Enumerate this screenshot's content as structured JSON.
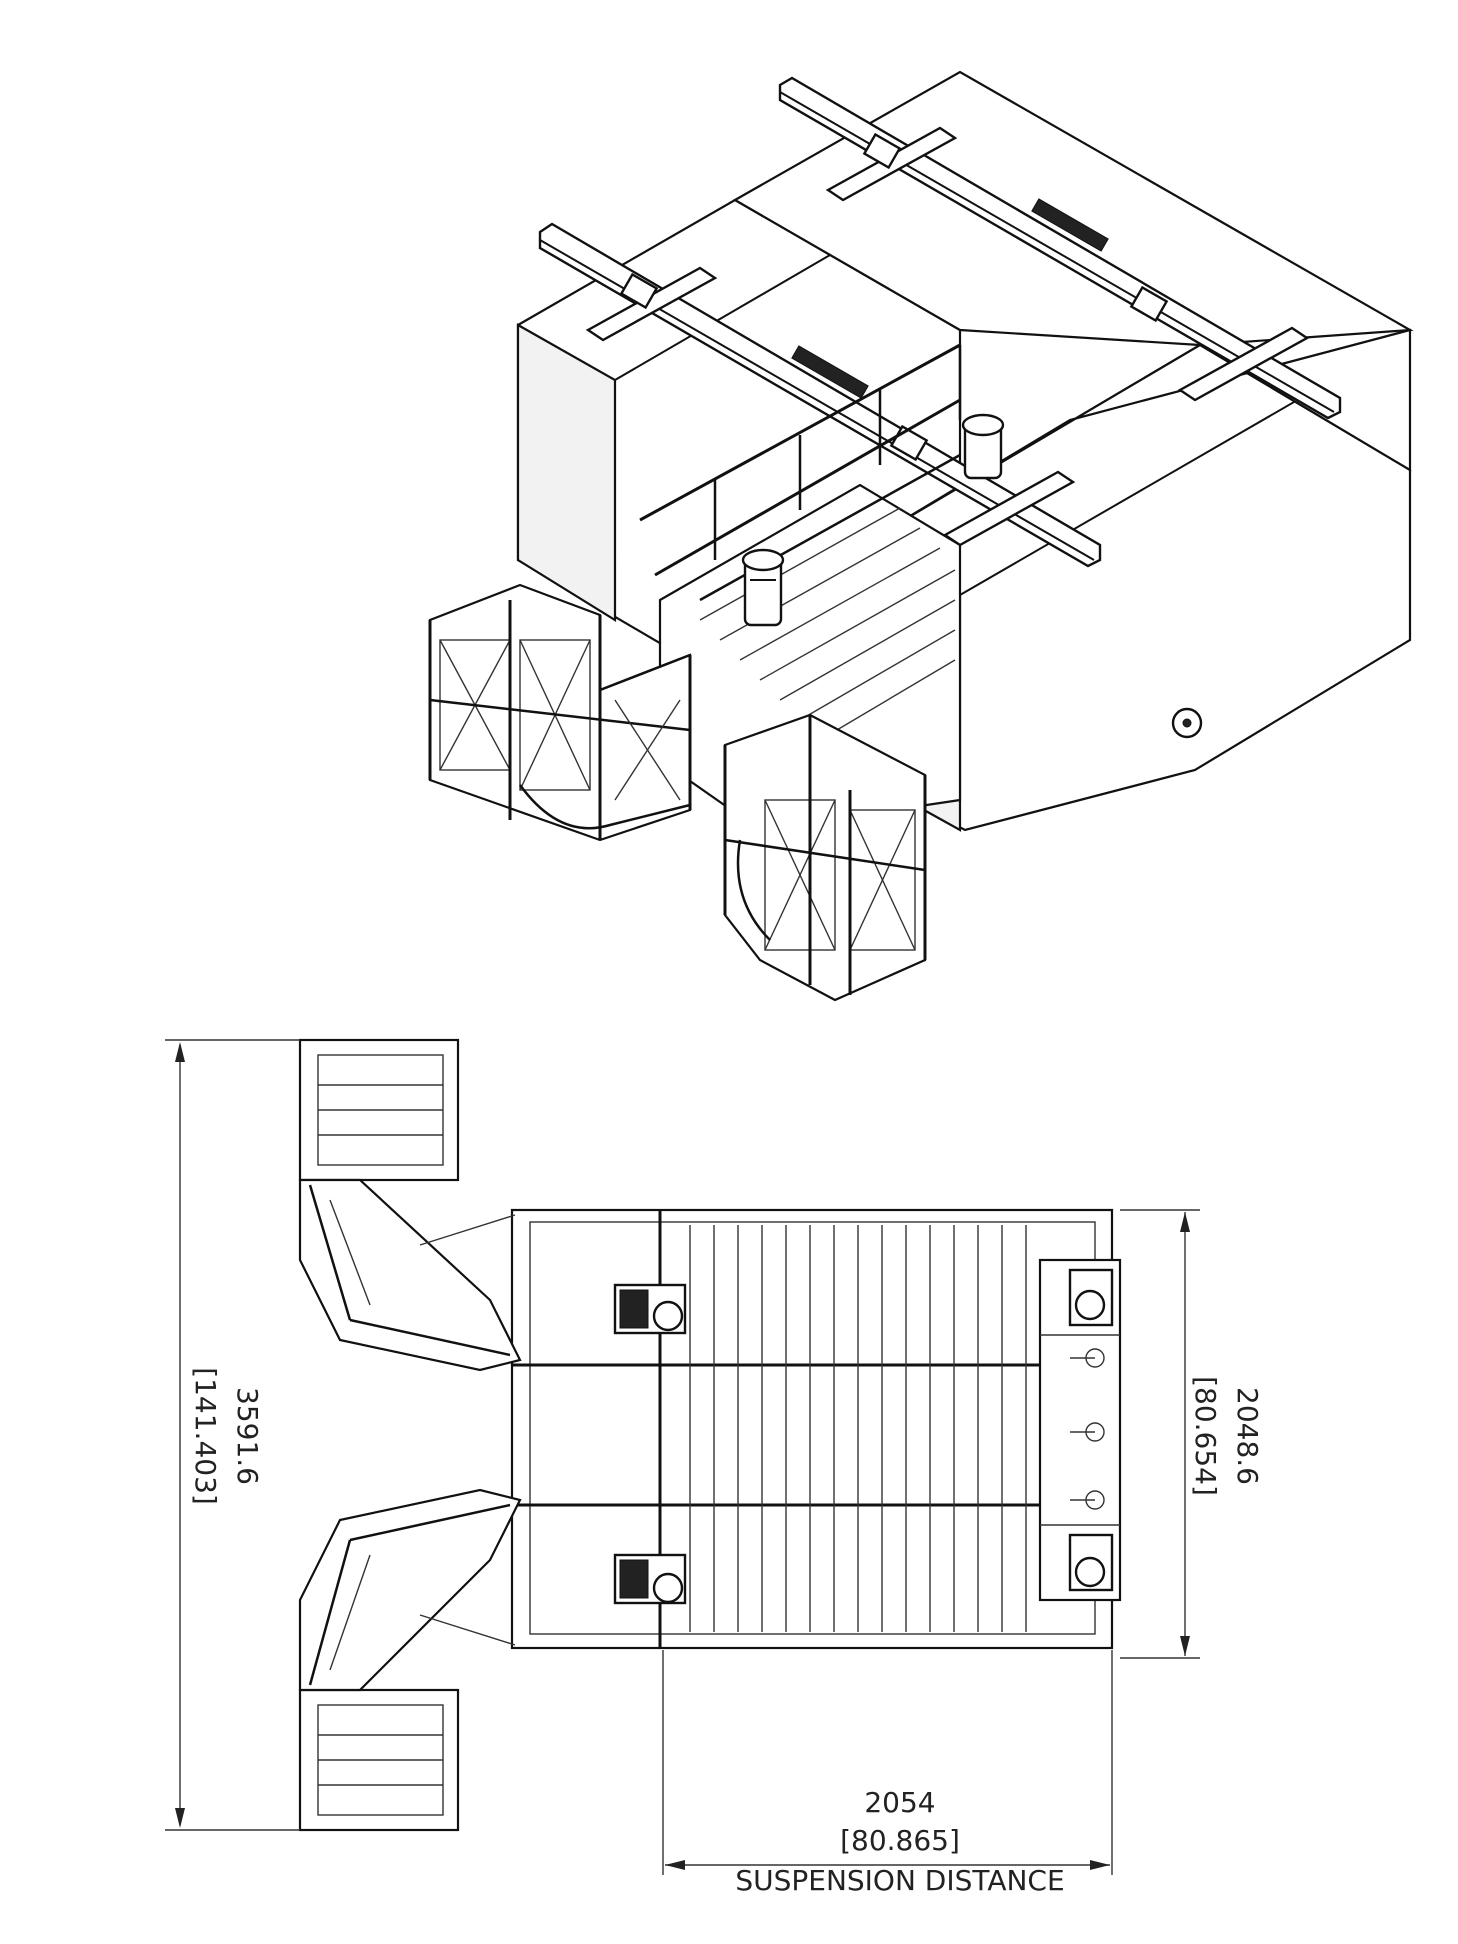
{
  "dimensions": {
    "overall_length_mm": "3591.6",
    "overall_length_in": "[141.403]",
    "platform_width_mm": "2048.6",
    "platform_width_in": "[80.654]",
    "suspension_distance_mm": "2054",
    "suspension_distance_in": "[80.865]",
    "suspension_label": "SUSPENSION DISTANCE"
  },
  "colors": {
    "line": "#111111",
    "background": "#ffffff"
  }
}
